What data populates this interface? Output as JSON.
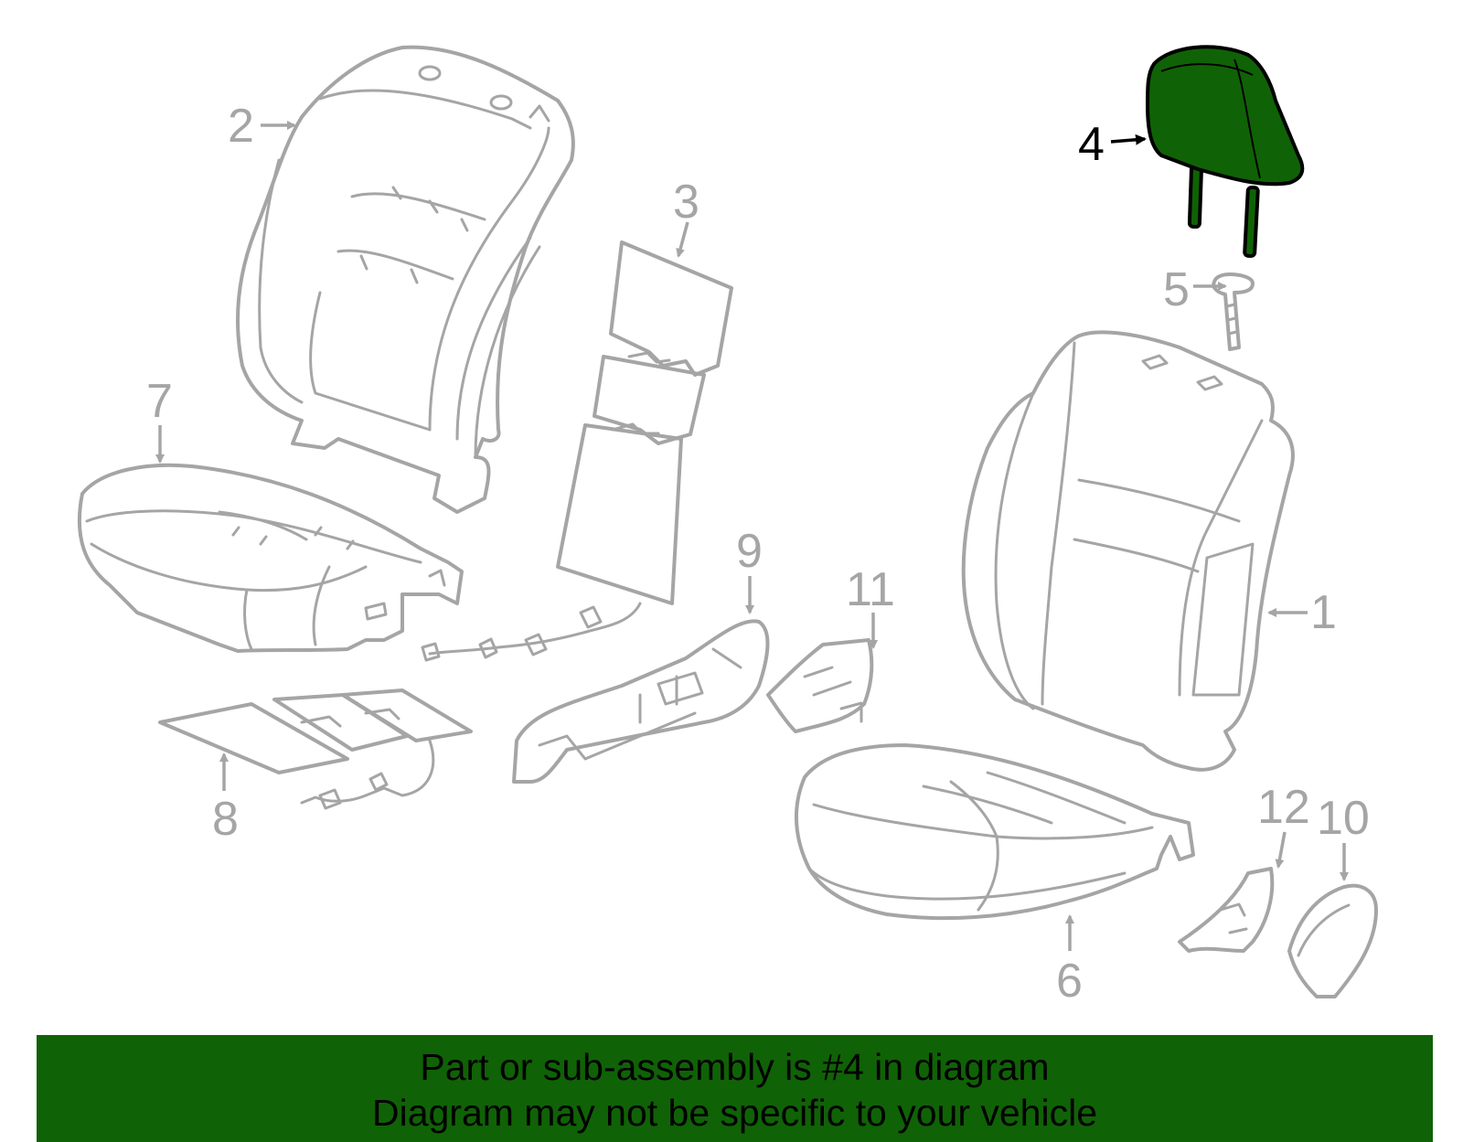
{
  "callouts": {
    "c1": "1",
    "c2": "2",
    "c3": "3",
    "c4": "4",
    "c5": "5",
    "c6": "6",
    "c7": "7",
    "c8": "8",
    "c9": "9",
    "c10": "10",
    "c11": "11",
    "c12": "12"
  },
  "highlighted_part": "4",
  "colors": {
    "highlight": "#106206",
    "part_outline": "#a5a5a5",
    "caption_background": "#106206",
    "caption_text": "#000000"
  },
  "caption": {
    "line1": "Part or sub-assembly is #4 in diagram",
    "line2": "Diagram may not be specific to your vehicle"
  }
}
